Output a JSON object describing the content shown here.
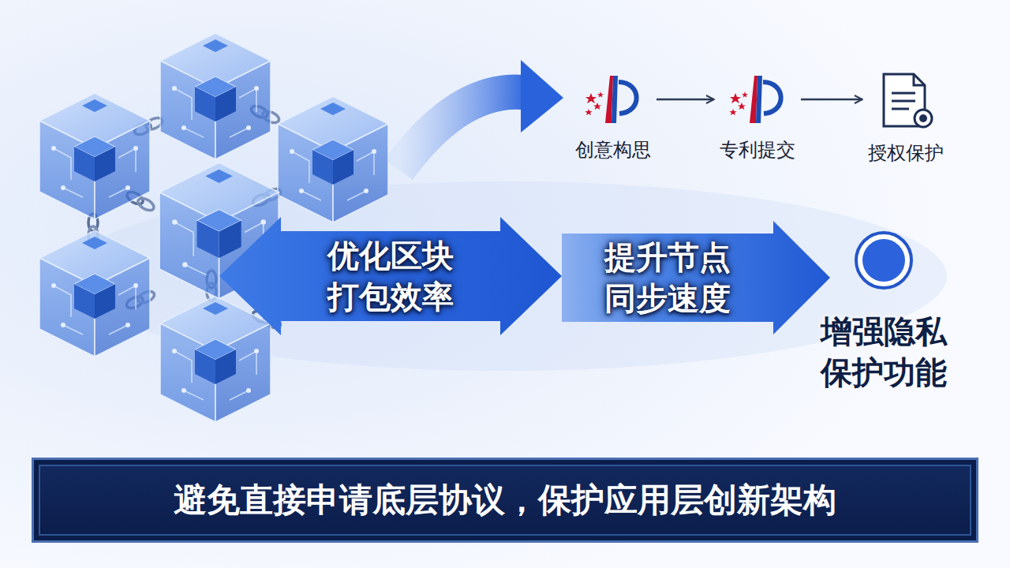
{
  "diagram": {
    "nodes": [
      {
        "text": [
          "创意构思"
        ]
      },
      {
        "text": [
          "专利提交"
        ]
      },
      {
        "text": [
          "授权保护"
        ]
      },
      {
        "text": [
          "优化区块 打包效率"
        ]
      },
      {
        "text": [
          "提升节点 同步速度"
        ]
      },
      {
        "text": [
          "增强隐私 保护功能"
        ]
      },
      {
        "text": [
          "避免直接申请底层协议，保护应用层创新架构"
        ]
      }
    ],
    "edges": [
      {
        "from": 0,
        "to": 1,
        "arrow": "to"
      },
      {
        "from": 1,
        "to": 2,
        "arrow": "to"
      }
    ]
  }
}
